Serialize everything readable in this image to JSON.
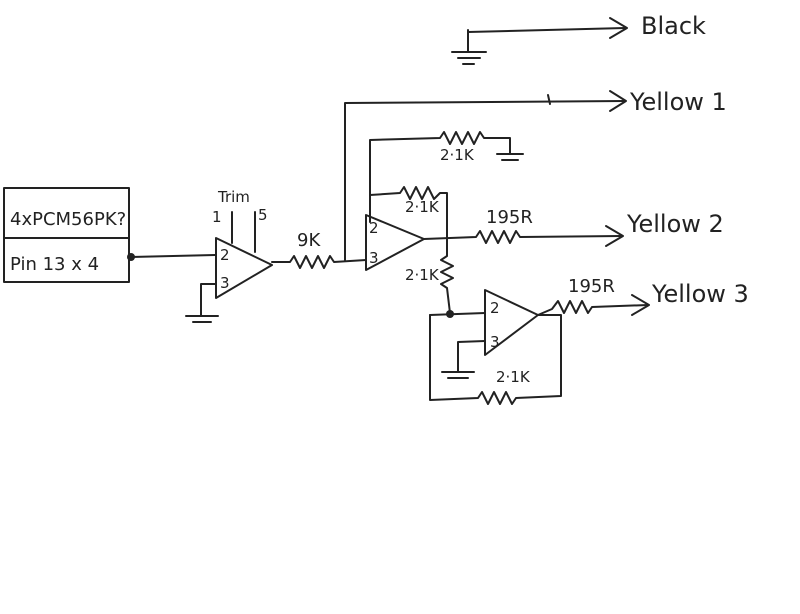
{
  "chip": {
    "line1": "4xPCM56PK?",
    "line2": "Pin 13 x 4"
  },
  "opamp1": {
    "trim_label": "Trim",
    "trim_pin_left": "1",
    "trim_pin_right": "5",
    "pin_inv": "2",
    "pin_noninv": "3"
  },
  "opamp2": {
    "pin_inv": "2",
    "pin_noninv": "3"
  },
  "opamp3": {
    "pin_inv": "2",
    "pin_noninv": "3"
  },
  "resistors": {
    "input": "9K",
    "top_to_ground": "2·1K",
    "feedback": "2·1K",
    "out2_series": "195R",
    "to_stage3": "2·1K",
    "stage3_feedback": "2·1K",
    "out3_series": "195R"
  },
  "outputs": {
    "black": "Black",
    "yellow1": "Yellow 1",
    "yellow2": "Yellow 2",
    "yellow3": "Yellow 3"
  }
}
